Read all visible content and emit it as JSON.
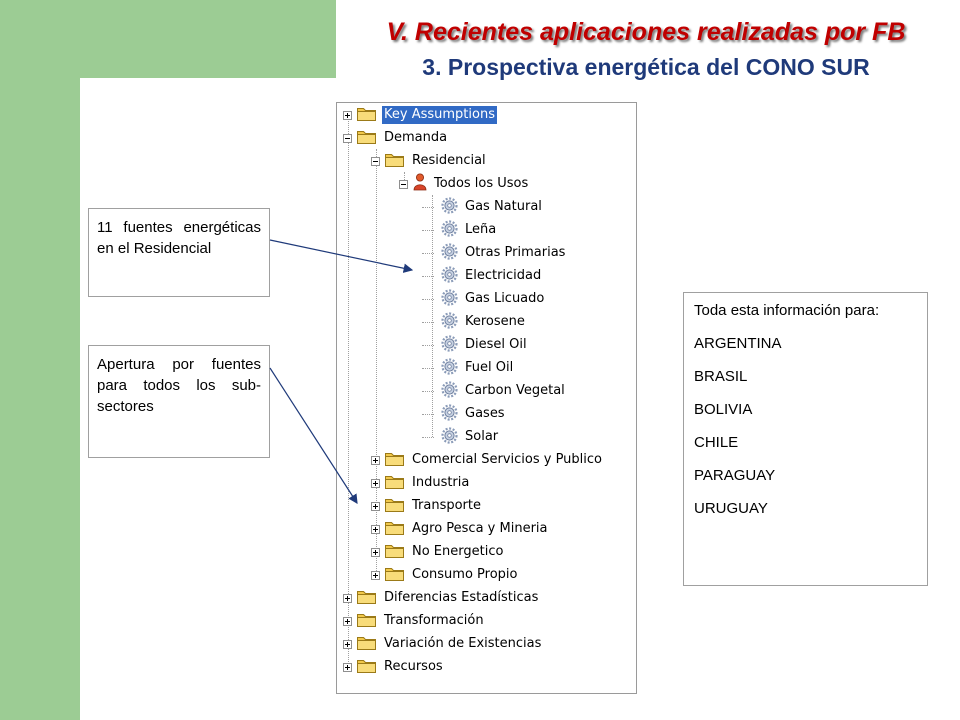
{
  "slide": {
    "title": "V. Recientes aplicaciones realizadas por FB",
    "subtitle": "3. Prospectiva energética del CONO SUR",
    "accent_color": "#9ccc94",
    "title_color": "#c00000",
    "subtitle_color": "#1f3a7a"
  },
  "tree": {
    "items": [
      {
        "label": "Key Assumptions",
        "level": 0,
        "icon": "folder-icon",
        "toggle": "plus",
        "selected": true
      },
      {
        "label": "Demanda",
        "level": 0,
        "icon": "folder-icon",
        "toggle": "minus"
      },
      {
        "label": "Residencial",
        "level": 1,
        "icon": "folder-icon",
        "toggle": "minus"
      },
      {
        "label": "Todos los Usos",
        "level": 2,
        "icon": "person-icon",
        "toggle": "minus"
      },
      {
        "label": "Gas Natural",
        "level": 3,
        "icon": "gear-icon"
      },
      {
        "label": "Leña",
        "level": 3,
        "icon": "gear-icon"
      },
      {
        "label": "Otras Primarias",
        "level": 3,
        "icon": "gear-icon"
      },
      {
        "label": "Electricidad",
        "level": 3,
        "icon": "gear-icon"
      },
      {
        "label": "Gas Licuado",
        "level": 3,
        "icon": "gear-icon"
      },
      {
        "label": "Kerosene",
        "level": 3,
        "icon": "gear-icon"
      },
      {
        "label": "Diesel Oil",
        "level": 3,
        "icon": "gear-icon"
      },
      {
        "label": "Fuel Oil",
        "level": 3,
        "icon": "gear-icon"
      },
      {
        "label": "Carbon Vegetal",
        "level": 3,
        "icon": "gear-icon"
      },
      {
        "label": "Gases",
        "level": 3,
        "icon": "gear-icon"
      },
      {
        "label": "Solar",
        "level": 3,
        "icon": "gear-icon"
      },
      {
        "label": "Comercial Servicios y Publico",
        "level": 1,
        "icon": "folder-icon",
        "toggle": "plus"
      },
      {
        "label": "Industria",
        "level": 1,
        "icon": "folder-icon",
        "toggle": "plus"
      },
      {
        "label": "Transporte",
        "level": 1,
        "icon": "folder-icon",
        "toggle": "plus"
      },
      {
        "label": "Agro Pesca y Mineria",
        "level": 1,
        "icon": "folder-icon",
        "toggle": "plus"
      },
      {
        "label": "No Energetico",
        "level": 1,
        "icon": "folder-icon",
        "toggle": "plus"
      },
      {
        "label": "Consumo Propio",
        "level": 1,
        "icon": "folder-icon",
        "toggle": "plus"
      },
      {
        "label": "Diferencias Estadísticas",
        "level": 0,
        "icon": "folder-icon",
        "toggle": "plus"
      },
      {
        "label": "Transformación",
        "level": 0,
        "icon": "folder-icon",
        "toggle": "plus"
      },
      {
        "label": "Variación de Existencias",
        "level": 0,
        "icon": "folder-icon",
        "toggle": "plus"
      },
      {
        "label": "Recursos",
        "level": 0,
        "icon": "folder-icon",
        "toggle": "plus"
      }
    ]
  },
  "callouts": {
    "fuentes": "11 fuentes energéticas en el Residencial",
    "apertura": "Apertura por fuentes para todos los sub-sectores",
    "info_header": "Toda esta información para:",
    "countries": [
      "ARGENTINA",
      "BRASIL",
      "BOLIVIA",
      "CHILE",
      "PARAGUAY",
      "URUGUAY"
    ]
  }
}
